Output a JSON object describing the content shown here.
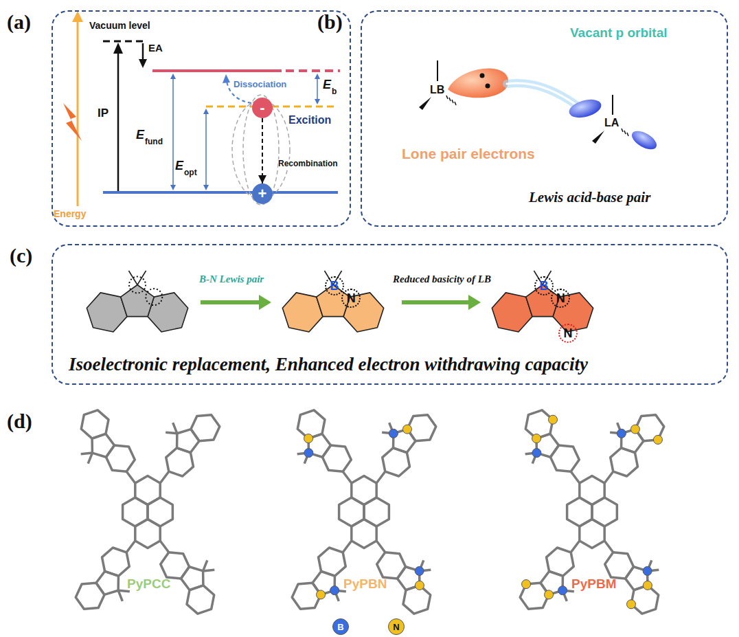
{
  "diagram": {
    "nodes": [
      {
        "text": [
          "(a)"
        ]
      },
      {
        "text": [
          "-"
        ],
        "in": 0
      },
      {
        "text": [
          "+"
        ],
        "in": 0
      },
      {
        "text": [
          "(b)"
        ]
      },
      {
        "text": [
          "(c)"
        ]
      },
      {
        "text": [
          "B"
        ],
        "in": 4
      },
      {
        "text": [
          "N"
        ],
        "in": 4
      },
      {
        "text": [
          "B"
        ],
        "in": 4
      },
      {
        "text": [
          "N"
        ],
        "in": 4
      },
      {
        "text": [
          "N"
        ],
        "in": 4
      }
    ],
    "edges": [
      {
        "from": 1,
        "to": 2,
        "arrow": "to"
      }
    ],
    "labels": [
      "Vacuum level",
      "EA",
      "IP",
      "E",
      "fund",
      "E",
      "opt",
      "E",
      "b",
      "Dissociation",
      "Excition",
      "Recombination",
      "Energy",
      "Vacant p orbital",
      "LB",
      "LA",
      "Lone pair electrons",
      "Lewis acid-base pair",
      "B-N Lewis pair",
      "Reduced basicity of LB",
      "Isoelectronic replacement, Enhanced electron withdrawing capacity",
      "(d)",
      "PyPCC",
      "PyPBN",
      "PyPBM"
    ],
    "legend": [
      {
        "text": "B",
        "color": "#3a6ee0"
      },
      {
        "text": "N",
        "color": "#f0c020"
      }
    ]
  }
}
